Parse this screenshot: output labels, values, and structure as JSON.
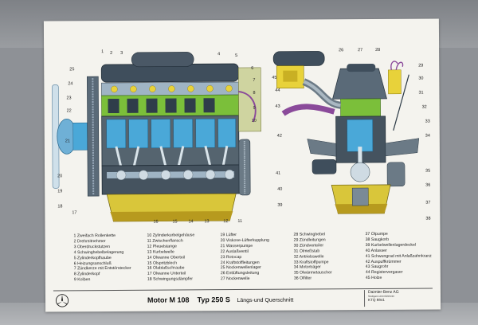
{
  "title": {
    "motor": "Motor M 108",
    "typ": "Typ 250 S",
    "subtitle": "Längs-und Querschnitt"
  },
  "company": {
    "name": "Daimler-Benz AG",
    "dept": "Stuttgart-Untertürkheim",
    "code": "KTQ 8841"
  },
  "callouts_left": [
    "1",
    "2",
    "3",
    "4",
    "5",
    "6",
    "7",
    "8",
    "9",
    "10",
    "11",
    "12",
    "13",
    "14",
    "15",
    "16",
    "17",
    "18",
    "19",
    "20",
    "21",
    "22",
    "23",
    "24",
    "25"
  ],
  "callouts_right": [
    "26",
    "27",
    "28",
    "29",
    "30",
    "31",
    "32",
    "33",
    "34",
    "35",
    "36",
    "37",
    "38",
    "39",
    "40",
    "41",
    "42",
    "43",
    "44",
    "45"
  ],
  "legend": {
    "col1": [
      "1 Zweifach Rollenkette",
      "2 Drehmitnehmer",
      "3 Oberdruckstutzen",
      "4 Schwinghebelbelagerung",
      "5 Zylinderkopfhaube",
      "6 Heizungsanschluß",
      "7 Zündkerze mit Entstörstecker",
      "8 Zylinderkopf",
      "9 Kolben"
    ],
    "col2": [
      "10 Zylinderkurbelgehäuse",
      "11 Zwischenflansch",
      "12 Pleuelstange",
      "13 Kurbelwelle",
      "14 Ölwanne Oberteil",
      "15 Ölspritzblech",
      "16 Ölablaßschraube",
      "17 Ölwanne Unterteil",
      "18 Schwingungsdämpfer"
    ],
    "col3": [
      "19 Lüfter",
      "20 Viskose-Lüfterkupplung",
      "21 Wasserpumpe",
      "22 Auslaßventil",
      "23 Rotocap",
      "24 Kraftstoffleitungen",
      "25 Nockenwellenlager",
      "26 Entlüftungsleitung",
      "27 Nockenwelle"
    ],
    "col4": [
      "28 Schwinghebel",
      "29 Zündleitungen",
      "30 Zündverteiler",
      "31 Ölmeßstab",
      "32 Antriebswelle",
      "33 Kraftstoffpumpe",
      "34 Motorträger",
      "35 Ölwärmetauscher",
      "36 Ölfilter"
    ],
    "col5": [
      "37 Ölpumpe",
      "38 Saugkorb",
      "39 Kurbelwellenlagerdeckel",
      "40 Anlasser",
      "41 Schwungrad mit Anlaßzahnkranz",
      "42 Auspuffkrümmer",
      "43 Saugrohr",
      "44 Registervergaser",
      "45 Holze"
    ]
  },
  "colors": {
    "steel": "#3a4a5a",
    "green": "#7bbf3a",
    "blue": "#4aa8d8",
    "yellow": "#e8d23a",
    "purple": "#8a4a9a"
  }
}
